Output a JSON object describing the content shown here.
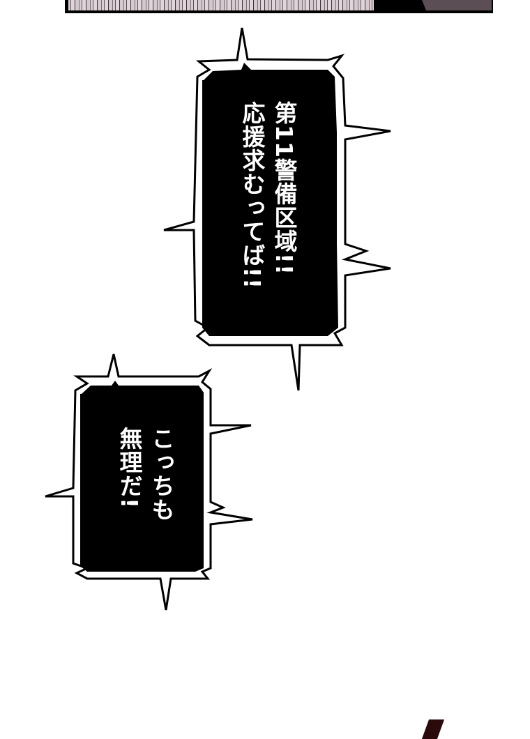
{
  "panel_top": {
    "frame_color": "#000000",
    "accent_color": "#5b4f55"
  },
  "bubbles": [
    {
      "lines": [
        "第11警備区域!!",
        "応援求むってば!!"
      ],
      "fill": "#000000",
      "text_color": "#ffffff"
    },
    {
      "lines": [
        "こっちも",
        "無理だ!"
      ],
      "fill": "#000000",
      "text_color": "#ffffff"
    }
  ],
  "bottom_fragment": {
    "color": "#2a0a0a"
  }
}
